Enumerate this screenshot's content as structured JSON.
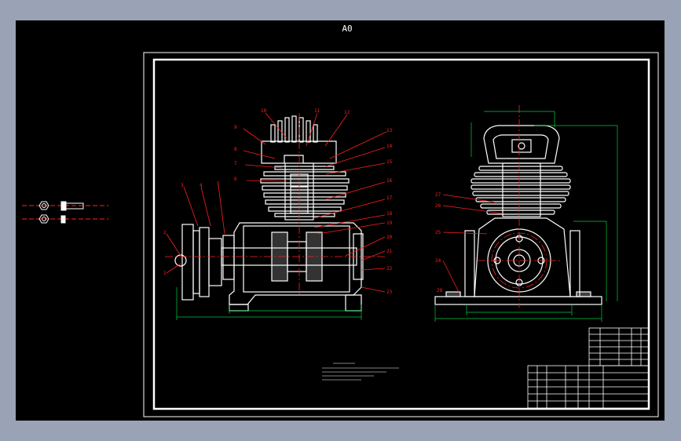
{
  "sheet": {
    "label": "A0"
  },
  "colors": {
    "background": "#000000",
    "outline": "#ffffff",
    "callout": "#ff2020",
    "dimension": "#00cc44",
    "center_line": "#ff2020"
  },
  "section_callouts": [
    "1",
    "2",
    "3",
    "4",
    "5",
    "6",
    "7",
    "8",
    "9",
    "10",
    "11",
    "12",
    "13",
    "14",
    "15",
    "16",
    "17",
    "18",
    "19",
    "20",
    "21",
    "22",
    "23"
  ],
  "side_callouts": [
    "24",
    "25",
    "26",
    "27",
    "28"
  ]
}
